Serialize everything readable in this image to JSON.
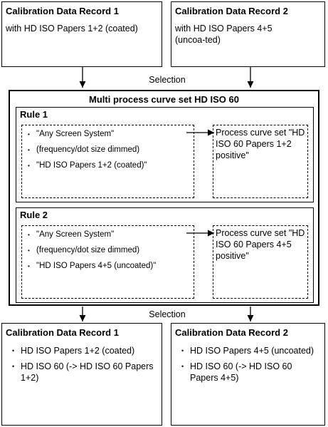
{
  "top": {
    "left": {
      "title": "Calibration Data Record 1",
      "text": "with HD ISO Papers 1+2 (coated)"
    },
    "right": {
      "title": "Calibration Data Record 2",
      "text": "with HD ISO Papers 4+5 (uncoa-ted)"
    }
  },
  "selection_top": "Selection",
  "middle": {
    "title": "Multi process curve set HD ISO 60",
    "rule1": {
      "title": "Rule 1",
      "conditions": [
        "\"Any Screen System\"",
        "(frequency/dot size dimmed)",
        "\"HD ISO Papers 1+2 (coated)\""
      ],
      "process": "Process curve set \"HD ISO 60 Papers 1+2 positive\""
    },
    "rule2": {
      "title": "Rule 2",
      "conditions": [
        "\"Any Screen System\"",
        "(frequency/dot size dimmed)",
        "\"HD ISO Papers 4+5 (uncoated)\""
      ],
      "process": "Process curve set \"HD ISO 60 Papers 4+5 positive\""
    }
  },
  "selection_bottom": "Selection",
  "bottom": {
    "left": {
      "title": "Calibration Data Record 1",
      "items": [
        "HD ISO Papers 1+2 (coated)",
        "HD ISO 60 (-> HD ISO 60 Papers 1+2)"
      ]
    },
    "right": {
      "title": "Calibration Data Record 2",
      "items": [
        "HD ISO Papers 4+5 (uncoated)",
        "HD ISO 60 (-> HD ISO 60 Papers 4+5)"
      ]
    }
  }
}
